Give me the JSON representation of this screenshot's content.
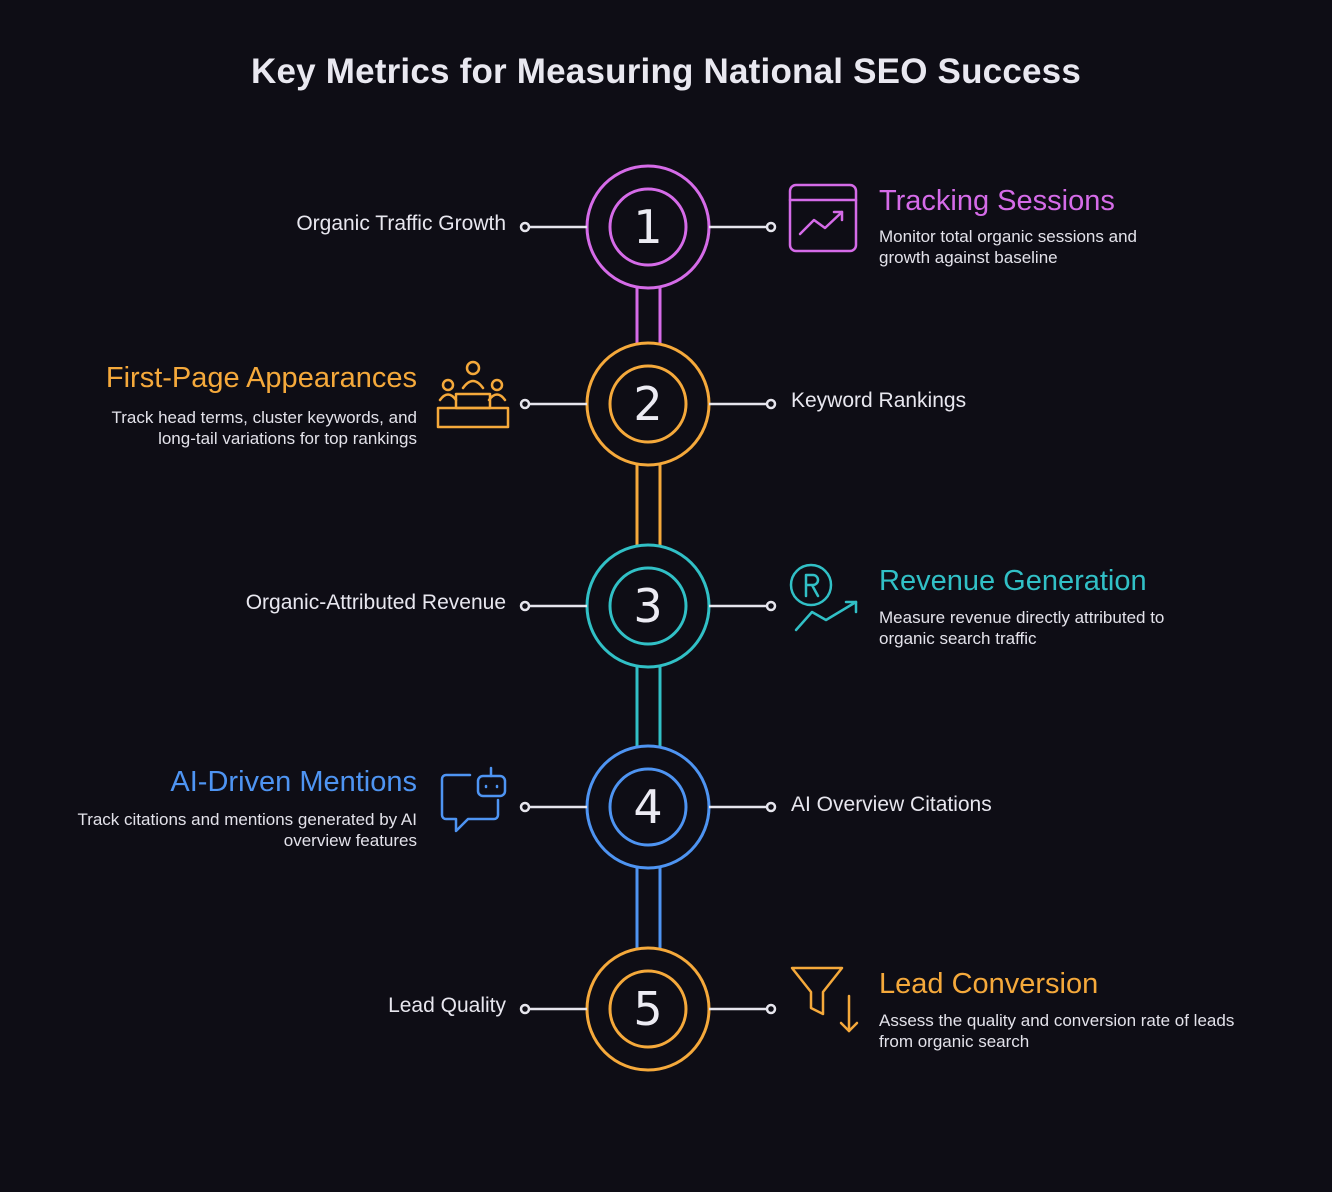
{
  "title": "Key Metrics for Measuring National SEO Success",
  "steps": [
    {
      "number": "1",
      "color": "#d56be8",
      "label": "Organic Traffic Growth",
      "heading": "Tracking Sessions",
      "description": "Monitor total organic sessions and growth against baseline",
      "icon": "trending-chart-icon"
    },
    {
      "number": "2",
      "color": "#f5a93b",
      "label": "Keyword Rankings",
      "heading": "First-Page Appearances",
      "description": "Track head terms, cluster keywords, and long-tail variations for top rankings",
      "icon": "podium-icon"
    },
    {
      "number": "3",
      "color": "#31c0c6",
      "label": "Organic-Attributed Revenue",
      "heading": "Revenue Generation",
      "description": "Measure revenue directly attributed to organic search traffic",
      "icon": "revenue-growth-icon"
    },
    {
      "number": "4",
      "color": "#4e94f2",
      "label": "AI Overview Citations",
      "heading": "AI-Driven Mentions",
      "description": "Track citations and mentions generated by AI overview features",
      "icon": "bot-chat-icon"
    },
    {
      "number": "5",
      "color": "#f5a93b",
      "label": "Lead Quality",
      "heading": "Lead Conversion",
      "description": "Assess the quality and conversion rate of leads from organic search",
      "icon": "funnel-down-icon"
    }
  ]
}
